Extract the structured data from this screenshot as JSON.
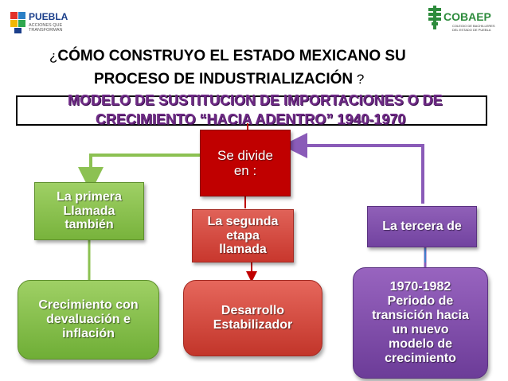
{
  "logos": {
    "left": {
      "name": "PUEBLA",
      "tagline_1": "ACCIONES QUE",
      "tagline_2": "TRANSFORMAN"
    },
    "right": {
      "name": "COBAEP",
      "subtitle_1": "COLEGIO DE BACHILLERES",
      "subtitle_2": "DEL ESTADO DE PUEBLA"
    }
  },
  "title": {
    "line1_prefix": "¿",
    "line1": "CÓMO CONSTRUYO EL ESTADO MEXICANO SU",
    "line2": "PROCESO DE INDUSTRIALIZACIÓN",
    "line2_suffix": " ?"
  },
  "model": {
    "line1": "MODELO DE SUSTITUCION DE IMPORTACIONES  O DE",
    "line2": "CRECIMIENTO “HACIA  ADENTRO” 1940-1970"
  },
  "nodes": {
    "divide": "Se divide\nen :",
    "first": "La primera\nLlamada\ntambién",
    "second": "La segunda\netapa\nllamada",
    "third": "La tercera de",
    "first_result": "Crecimiento  con\ndevaluación e\ninflación",
    "second_result": "Desarrollo\nEstabilizador",
    "third_result": "1970-1982\nPeriodo de\ntransición  hacia\nun nuevo\nmodelo de\ncrecimiento"
  },
  "colors": {
    "green": "#8cc152",
    "red": "#c00000",
    "purple": "#7b4aa8",
    "title_purple": "#6e2a85"
  }
}
